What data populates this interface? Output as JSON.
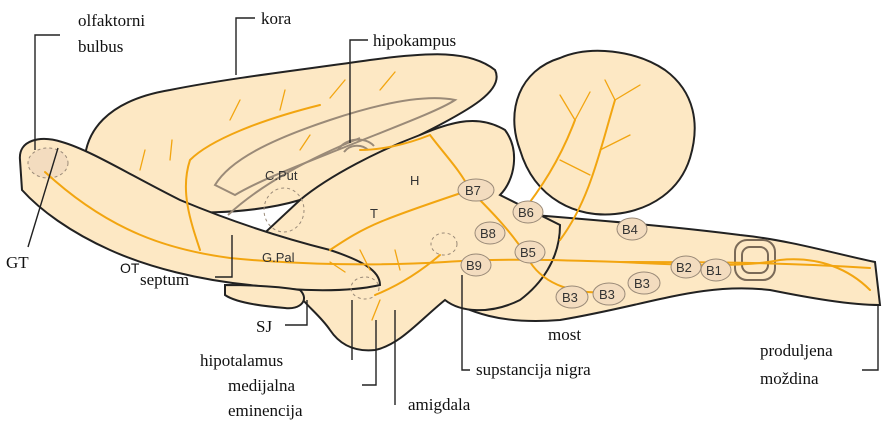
{
  "labels": {
    "olfactory_bulb_line1": "olfaktorni",
    "olfactory_bulb_line2": "bulbus",
    "cortex": "kora",
    "hippocampus": "hipokampus",
    "gt": "GT",
    "ot": "OT",
    "septum": "septum",
    "sj": "SJ",
    "hypothalamus": "hipotalamus",
    "median_eminence_line1": "medijalna",
    "median_eminence_line2": "eminencija",
    "amygdala": "amigdala",
    "substantia_nigra": "supstancija nigra",
    "pons": "most",
    "medulla_line1": "produljena",
    "medulla_line2": "moždina"
  },
  "regions": {
    "caudate_putamen": "C.Put",
    "globus_pallidus": "G.Pal",
    "habenula": "H",
    "thalamus": "T"
  },
  "nuclei": [
    "B7",
    "B6",
    "B8",
    "B4",
    "B5",
    "B9",
    "B2",
    "B1",
    "B3",
    "B3",
    "B3"
  ],
  "colors": {
    "tissue": "#fde8c4",
    "fiber": "#f2a510",
    "outline": "#222222"
  }
}
